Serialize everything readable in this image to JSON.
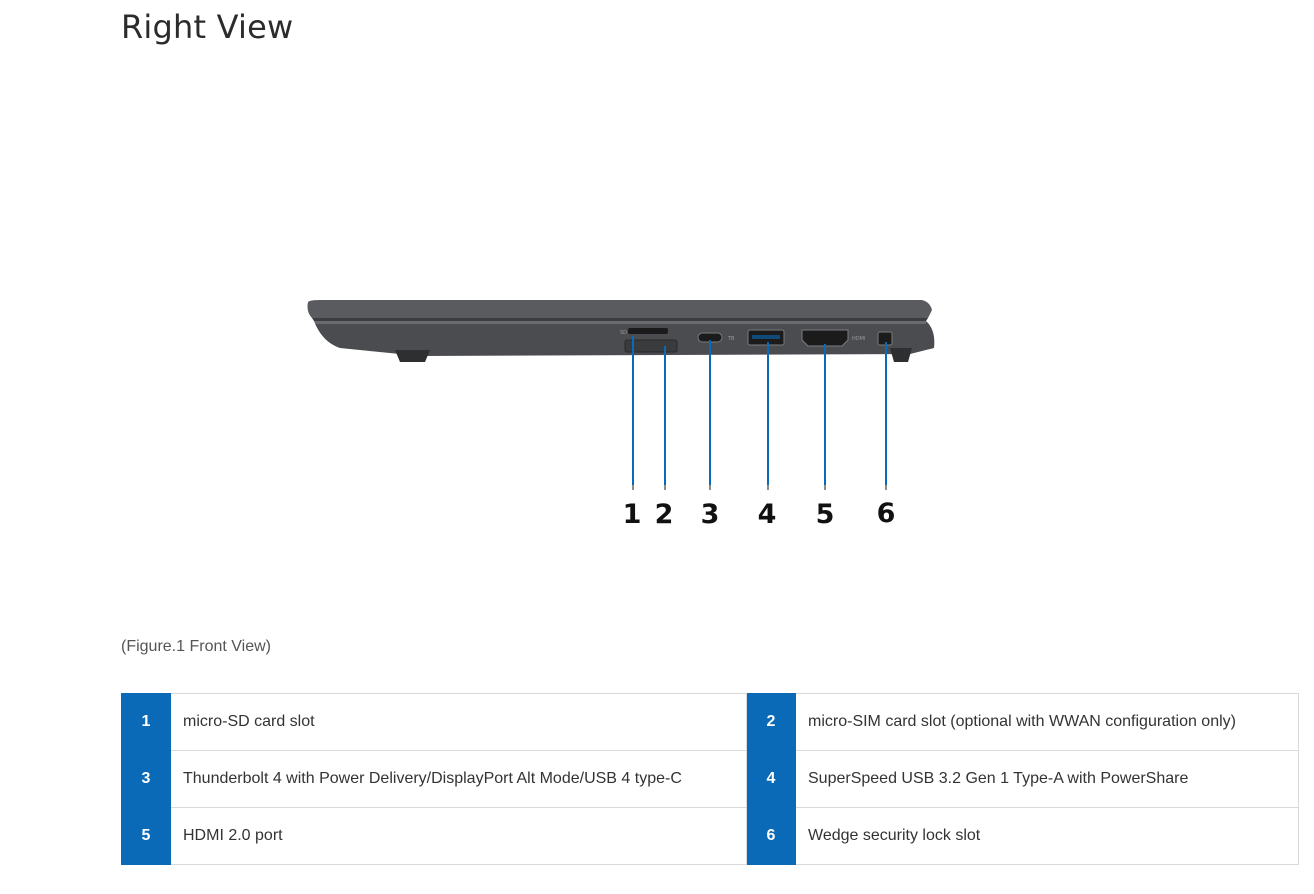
{
  "page": {
    "title": "Right View",
    "caption": "(Figure.1 Front View)"
  },
  "figure": {
    "callouts": [
      "1",
      "2",
      "3",
      "4",
      "5",
      "6"
    ],
    "accent_color": "#0a6ab8"
  },
  "ports": [
    {
      "num": "1",
      "label": "micro-SD card slot"
    },
    {
      "num": "2",
      "label": "micro-SIM card slot (optional with WWAN configuration only)"
    },
    {
      "num": "3",
      "label": "Thunderbolt 4 with Power Delivery/DisplayPort Alt Mode/USB 4 type-C"
    },
    {
      "num": "4",
      "label": "SuperSpeed USB 3.2 Gen 1 Type-A with PowerShare"
    },
    {
      "num": "5",
      "label": "HDMI 2.0 port"
    },
    {
      "num": "6",
      "label": "Wedge security lock slot"
    }
  ]
}
